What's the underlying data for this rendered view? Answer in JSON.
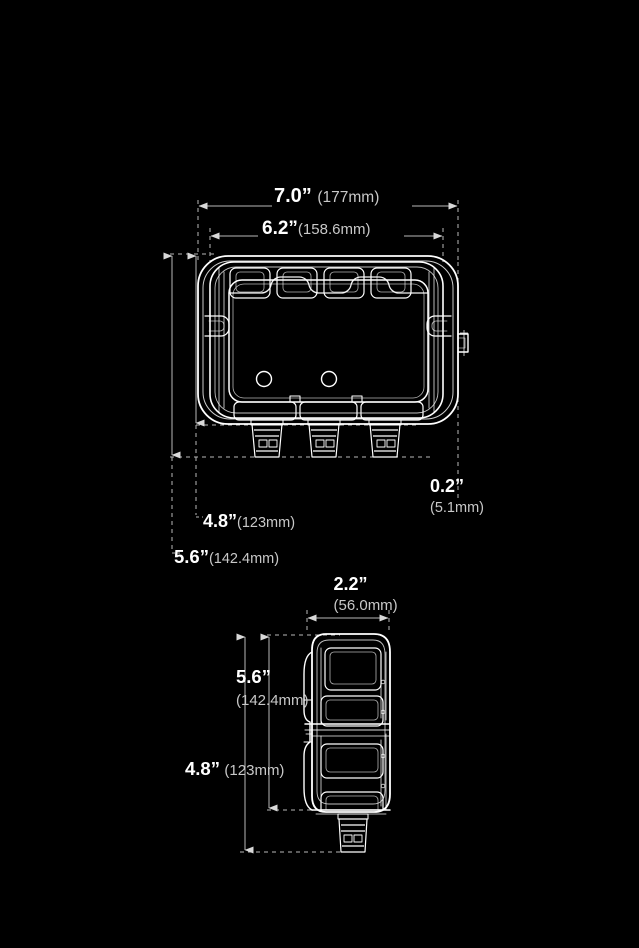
{
  "drawing": {
    "background_color": "#000000",
    "line_color": "#ffffff",
    "dim_line_color": "#c9c9c9",
    "mm_text_color": "#c8c8c8",
    "title": "",
    "views": [
      {
        "name": "front-view",
        "label": ""
      },
      {
        "name": "side-view",
        "label": ""
      }
    ]
  },
  "dimensions": {
    "front_width_overall": {
      "inches": "7.0”",
      "mm": "(177mm)"
    },
    "front_width_inner": {
      "inches": "6.2”",
      "mm": "(158.6mm)"
    },
    "front_height_body": {
      "inches": "4.8”",
      "mm": "(123mm)"
    },
    "front_height_overall": {
      "inches": "5.6”",
      "mm": "(142.4mm)"
    },
    "front_tab_depth": {
      "inches": "0.2”",
      "mm": "(5.1mm)"
    },
    "side_width": {
      "inches": "2.2”",
      "mm": "(56.0mm)"
    },
    "side_height_overall": {
      "inches": "5.6”",
      "mm": "(142.4mm)"
    },
    "side_height_body": {
      "inches": "4.8”",
      "mm": "(123mm)"
    }
  }
}
